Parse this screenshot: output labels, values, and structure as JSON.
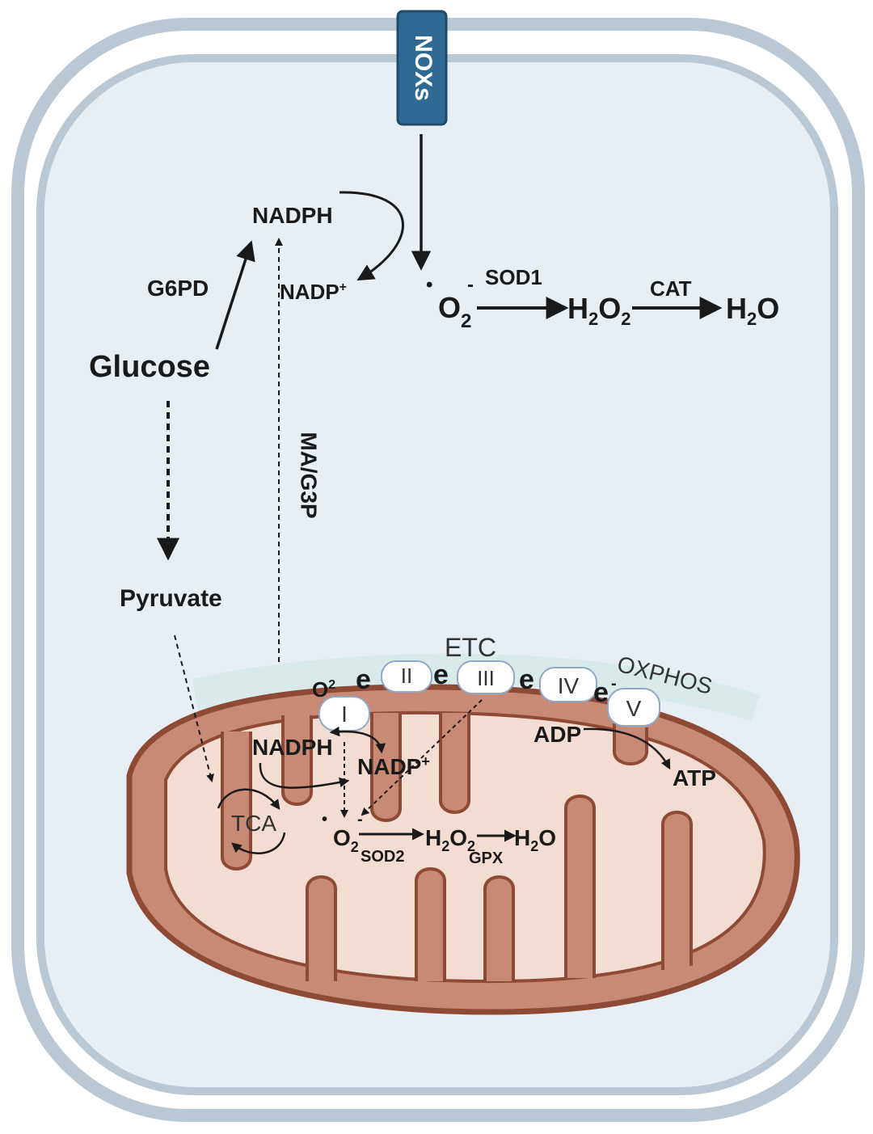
{
  "cell": {
    "nox_label": "NOXs",
    "cytosol": {
      "nadph": "NADPH",
      "nadp": "NADP",
      "nadp_sup": "+",
      "g6pd": "G6PD",
      "glucose": "Glucose",
      "pyruvate": "Pyruvate",
      "shuttle": "MA/G3P",
      "superoxide_dot": "•",
      "o2": "O",
      "o2_sub": "2",
      "o2_charge": "-",
      "sod1": "SOD1",
      "h2o2_h": "H",
      "h2o2_2a": "2",
      "h2o2_o": "O",
      "h2o2_2b": "2",
      "cat": "CAT",
      "h2o_h": "H",
      "h2o_2": "2",
      "h2o_o": "O"
    }
  },
  "mitochondrion": {
    "etc": "ETC",
    "oxphos": "OXPHOS",
    "complexes": [
      "I",
      "II",
      "III",
      "IV",
      "V"
    ],
    "electron": "e",
    "electron_charge": "-",
    "o2": "O",
    "o2_sub": "2",
    "nadph": "NADPH",
    "nadp": "NADP",
    "nadp_sup": "+",
    "tca": "TCA",
    "superoxide_dot": "•",
    "o2_charge": "-",
    "sod2": "SOD2",
    "h2o2": "H",
    "h2o2_2a": "2",
    "h2o2_o": "O",
    "h2o2_2b": "2",
    "gpx": "GPX",
    "h2o_h": "H",
    "h2o_2": "2",
    "h2o_o": "O",
    "adp": "ADP",
    "atp": "ATP"
  },
  "colors": {
    "membrane": "#b9c8d3",
    "cytoplasm": "#e7eff5",
    "mito_outer": "#8f4a36",
    "mito_fill": "#c88a74",
    "mito_matrix": "#f3dcd2",
    "etc_band": "#d8eaea",
    "nox": "#2f6a95"
  }
}
